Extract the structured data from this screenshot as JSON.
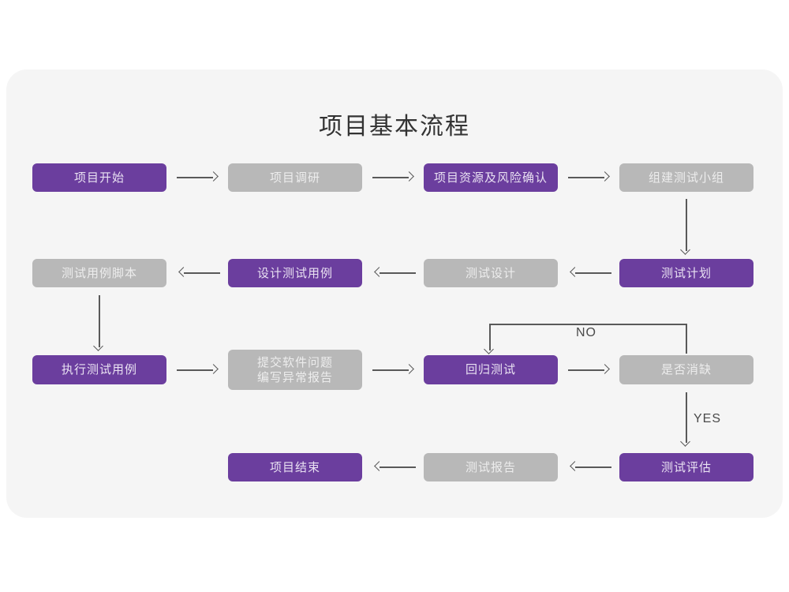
{
  "title": "项目基本流程",
  "colors": {
    "purple": "#6b3e9e",
    "gray": "#b8b8b8",
    "panel": "#f5f5f5",
    "background": "#ffffff",
    "connector": "#595959",
    "title_text": "#333333"
  },
  "nodes": {
    "n1": "项目开始",
    "n2": "项目调研",
    "n3": "项目资源及风险确认",
    "n4": "组建测试小组",
    "n5": "测试计划",
    "n6": "测试设计",
    "n7": "设计测试用例",
    "n8": "测试用例脚本",
    "n9": "执行测试用例",
    "n10": "提交软件问题\n编写异常报告",
    "n11": "回归测试",
    "n12": "是否消缺",
    "n13": "测试评估",
    "n14": "测试报告",
    "n15": "项目结束"
  },
  "edge_labels": {
    "no": "NO",
    "yes": "YES"
  }
}
